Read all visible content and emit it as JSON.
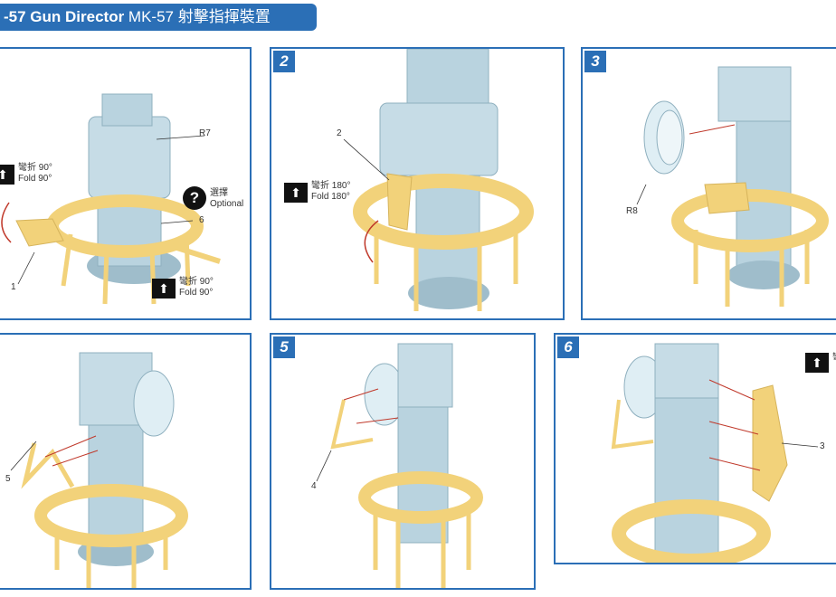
{
  "title": {
    "bold": "-57 Gun Director",
    "rest": " MK-57 射擊指揮裝置"
  },
  "colors": {
    "accent": "#2b6fb6",
    "resin": "#b9d3df",
    "brass": "#f2d27a"
  },
  "steps": [
    {
      "number": "",
      "labels": [
        "R7",
        "6",
        "1"
      ],
      "fold_top": "彎折 90°",
      "fold_top_en": "Fold 90°",
      "option_cn": "選擇",
      "option_en": "Optional",
      "fold_bottom": "彎折 90°",
      "fold_bottom_en": "Fold 90°"
    },
    {
      "number": "2",
      "labels": [
        "2"
      ],
      "fold": "彎折 180°",
      "fold_en": "Fold 180°"
    },
    {
      "number": "3",
      "labels": [
        "R8"
      ]
    },
    {
      "number": "",
      "labels": [
        "5"
      ]
    },
    {
      "number": "5",
      "labels": [
        "4"
      ]
    },
    {
      "number": "6",
      "labels": [
        "3"
      ],
      "fold_cut": "彎"
    }
  ]
}
